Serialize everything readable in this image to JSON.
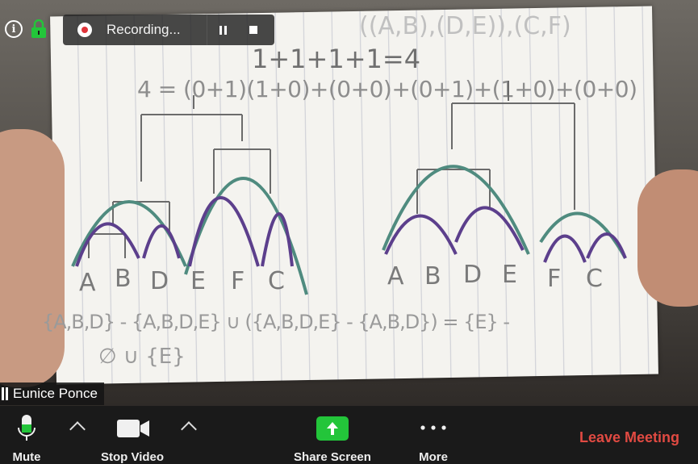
{
  "recording": {
    "status_text": "Recording..."
  },
  "participant": {
    "name": "Eunice Ponce"
  },
  "toolbar": {
    "mute_label": "Mute",
    "stop_video_label": "Stop Video",
    "share_screen_label": "Share Screen",
    "more_label": "More",
    "leave_label": "Leave Meeting"
  },
  "whiteboard": {
    "top_note": "((A,B),(D,E)),(C,F)",
    "sum_line": "1+1+1+1=4",
    "equation": "4 = (0+1)(1+0)+(0+0)+(0+1)+(1+0)+(0+0)",
    "left_leaves": [
      "A",
      "B",
      "D",
      "E",
      "F",
      "C"
    ],
    "right_leaves": [
      "A",
      "B",
      "D",
      "E",
      "F",
      "C"
    ],
    "set_line": "{A,B,D} - {A,B,D,E} ∪ ({A,B,D,E} - {A,B,D}) = {E} -",
    "result_line": "∅ ∪ {E}"
  },
  "colors": {
    "toolbar_bg": "#1a1a1a",
    "share_green": "#23c53a",
    "leave_red": "#e14a42",
    "mic_green": "#23c53a",
    "ink_teal": "#4f8b7f",
    "ink_purple": "#5c3f8c"
  },
  "icons": [
    "info-icon",
    "lock-icon",
    "record-icon",
    "pause-icon",
    "stop-icon",
    "microphone-icon",
    "chevron-up-icon",
    "video-camera-icon",
    "share-arrow-icon",
    "more-dots-icon",
    "signal-bars-icon"
  ]
}
